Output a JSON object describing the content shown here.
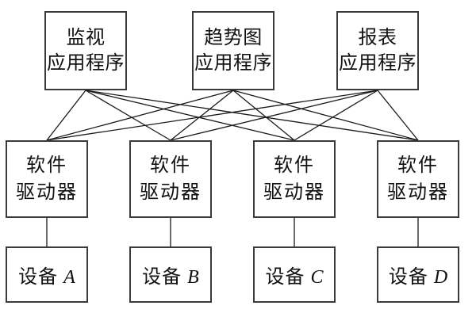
{
  "diagram": {
    "background": "#ffffff",
    "line_color": "#1a1a1a",
    "border_color": "#3a3a3a",
    "text_color": "#111111",
    "apps": [
      {
        "id": "monitor",
        "lines": [
          "监视",
          "应用程序"
        ]
      },
      {
        "id": "trend",
        "lines": [
          "趋势图",
          "应用程序"
        ]
      },
      {
        "id": "report",
        "lines": [
          "报表",
          "应用程序"
        ]
      }
    ],
    "drivers": [
      {
        "id": "driver-1",
        "lines": [
          "软件",
          "驱动器"
        ]
      },
      {
        "id": "driver-2",
        "lines": [
          "软件",
          "驱动器"
        ]
      },
      {
        "id": "driver-3",
        "lines": [
          "软件",
          "驱动器"
        ]
      },
      {
        "id": "driver-4",
        "lines": [
          "软件",
          "驱动器"
        ]
      }
    ],
    "devices": [
      {
        "id": "device-a",
        "prefix": "设备",
        "letter": "A"
      },
      {
        "id": "device-b",
        "prefix": "设备",
        "letter": "B"
      },
      {
        "id": "device-c",
        "prefix": "设备",
        "letter": "C"
      },
      {
        "id": "device-d",
        "prefix": "设备",
        "letter": "D"
      }
    ],
    "edges_app_driver": [
      [
        0,
        0
      ],
      [
        0,
        1
      ],
      [
        0,
        2
      ],
      [
        0,
        3
      ],
      [
        1,
        0
      ],
      [
        1,
        1
      ],
      [
        1,
        2
      ],
      [
        1,
        3
      ],
      [
        2,
        0
      ],
      [
        2,
        1
      ],
      [
        2,
        2
      ],
      [
        2,
        3
      ]
    ],
    "edges_driver_device": [
      [
        0,
        0
      ],
      [
        1,
        1
      ],
      [
        2,
        2
      ],
      [
        3,
        3
      ]
    ]
  }
}
